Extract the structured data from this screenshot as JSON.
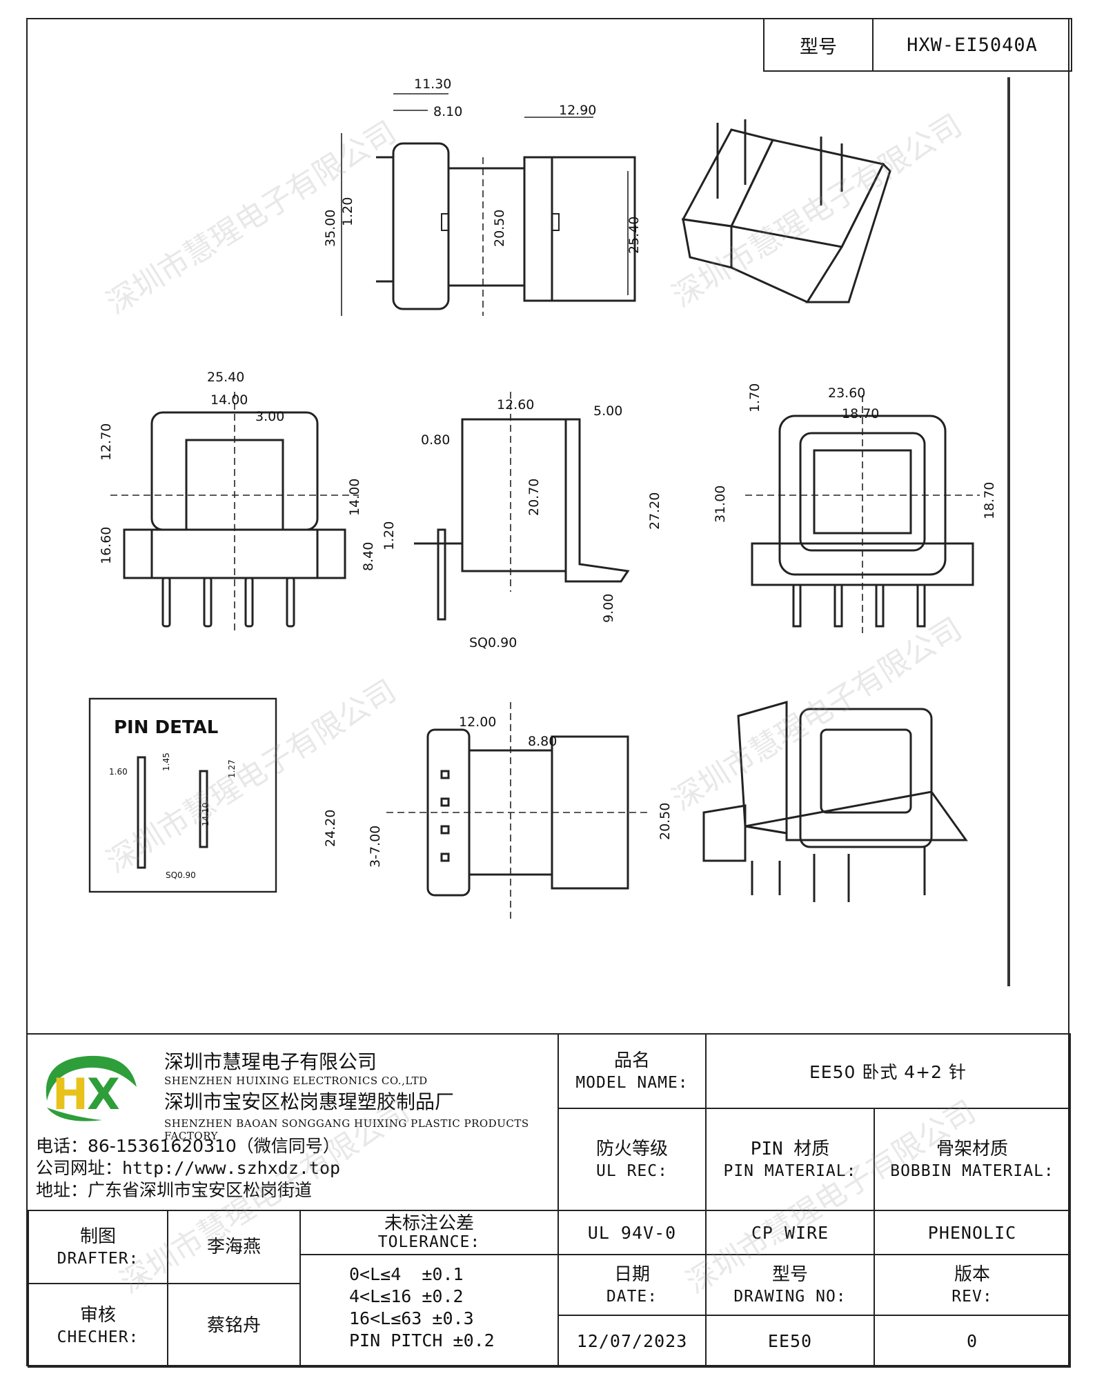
{
  "header": {
    "type_label": "型号",
    "type_value": "HXW-EI5040A"
  },
  "drawing": {
    "dims": {
      "d1130": "11.30",
      "d810": "8.10",
      "d1290": "12.90",
      "d120a": "1.20",
      "d3500": "35.00",
      "d2050a": "20.50",
      "d2540a": "25.40",
      "d2540b": "25.40",
      "d1400a": "14.00",
      "d300": "3.00",
      "d1270": "12.70",
      "d1400b": "14.00",
      "d1660": "16.60",
      "d840": "8.40",
      "d120b": "1.20",
      "d1260": "12.60",
      "d500": "5.00",
      "d080": "0.80",
      "d2070": "20.70",
      "d2720": "27.20",
      "d900": "9.00",
      "dsq": "SQ0.90",
      "d2360": "23.60",
      "d1870a": "18.70",
      "d170": "1.70",
      "d3100": "31.00",
      "d1870b": "18.70",
      "d1200": "12.00",
      "d880": "8.80",
      "d2420": "24.20",
      "d37": "3-7.00",
      "d2050b": "20.50"
    },
    "pin_detail": {
      "title": "PIN DETAL",
      "labels": [
        "1.60",
        "1.45",
        "1.27",
        "14.10",
        "SQ0.90"
      ]
    }
  },
  "company": {
    "name_cn": "深圳市慧瑆电子有限公司",
    "name_en": "SHENZHEN HUIXING ELECTRONICS CO.,LTD",
    "factory_cn": "深圳市宝安区松岗惠瑆塑胶制品厂",
    "factory_en": "SHENZHEN BAOAN SONGGANG HUIXING PLASTIC PRODUCTS FACTORY",
    "phone": "电话：86-15361620310（微信同号）",
    "website": "公司网址：http://www.szhxdz.top",
    "address": "地址：广东省深圳市宝安区松岗街道"
  },
  "title_block": {
    "model_name_cn": "品名",
    "model_name_en": "MODEL NAME:",
    "model_name_value": "EE50 卧式 4+2 针",
    "ul_cn": "防火等级",
    "ul_en": "UL REC:",
    "pin_mat_cn": "PIN 材质",
    "pin_mat_en": "PIN MATERIAL:",
    "bobbin_cn": "骨架材质",
    "bobbin_en": "BOBBIN MATERIAL:",
    "ul_value": "UL 94V-0",
    "pin_value": "CP WIRE",
    "bobbin_value": "PHENOLIC",
    "drafter_cn": "制图",
    "drafter_en": "DRAFTER:",
    "drafter_name": "李海燕",
    "checker_cn": "审核",
    "checker_en": "CHECHER:",
    "checker_name": "蔡铭舟",
    "tolerance_cn": "未标注公差",
    "tolerance_en": "TOLERANCE:",
    "tolerance_lines": [
      "0<L≤4  ±0.1",
      "4<L≤16 ±0.2",
      "16<L≤63 ±0.3",
      "PIN PITCH ±0.2"
    ],
    "date_cn": "日期",
    "date_en": "DATE:",
    "date_value": "12/07/2023",
    "drawing_no_cn": "型号",
    "drawing_no_en": "DRAWING NO:",
    "drawing_no_value": "EE50",
    "rev_cn": "版本",
    "rev_en": "REV:",
    "rev_value": "0"
  },
  "watermark": "深圳市慧瑆电子有限公司",
  "colors": {
    "logo_green": "#2e9e3a",
    "logo_yellow": "#e8c21a",
    "line": "#222222"
  }
}
